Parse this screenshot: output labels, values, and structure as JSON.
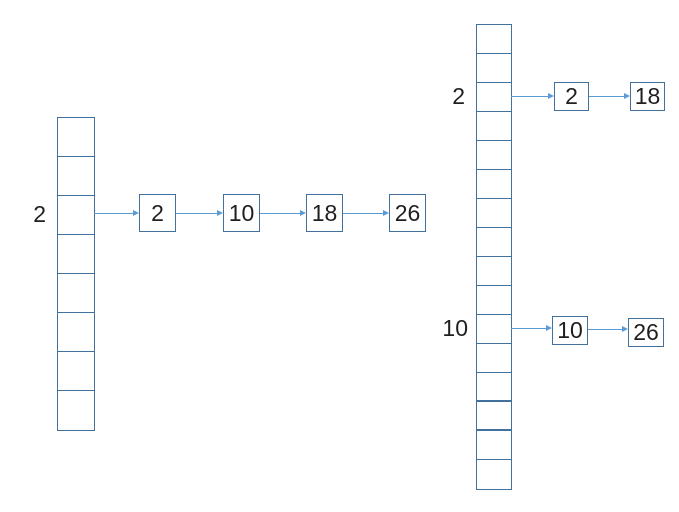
{
  "colors": {
    "background": "#FFFFFF",
    "line": "#41719C",
    "arrow": "#5B9BD5",
    "text": "#1F1F1F"
  },
  "left_table": {
    "rows": 8,
    "bucket_label": "2",
    "bucket_index": 2,
    "chain": [
      "2",
      "10",
      "18",
      "26"
    ]
  },
  "right_table": {
    "rows": 16,
    "thick_lines_above_rows": [
      13,
      14
    ],
    "buckets": [
      {
        "label": "2",
        "index": 2,
        "chain": [
          "2",
          "18"
        ]
      },
      {
        "label": "10",
        "index": 10,
        "chain": [
          "10",
          "26"
        ]
      }
    ]
  }
}
